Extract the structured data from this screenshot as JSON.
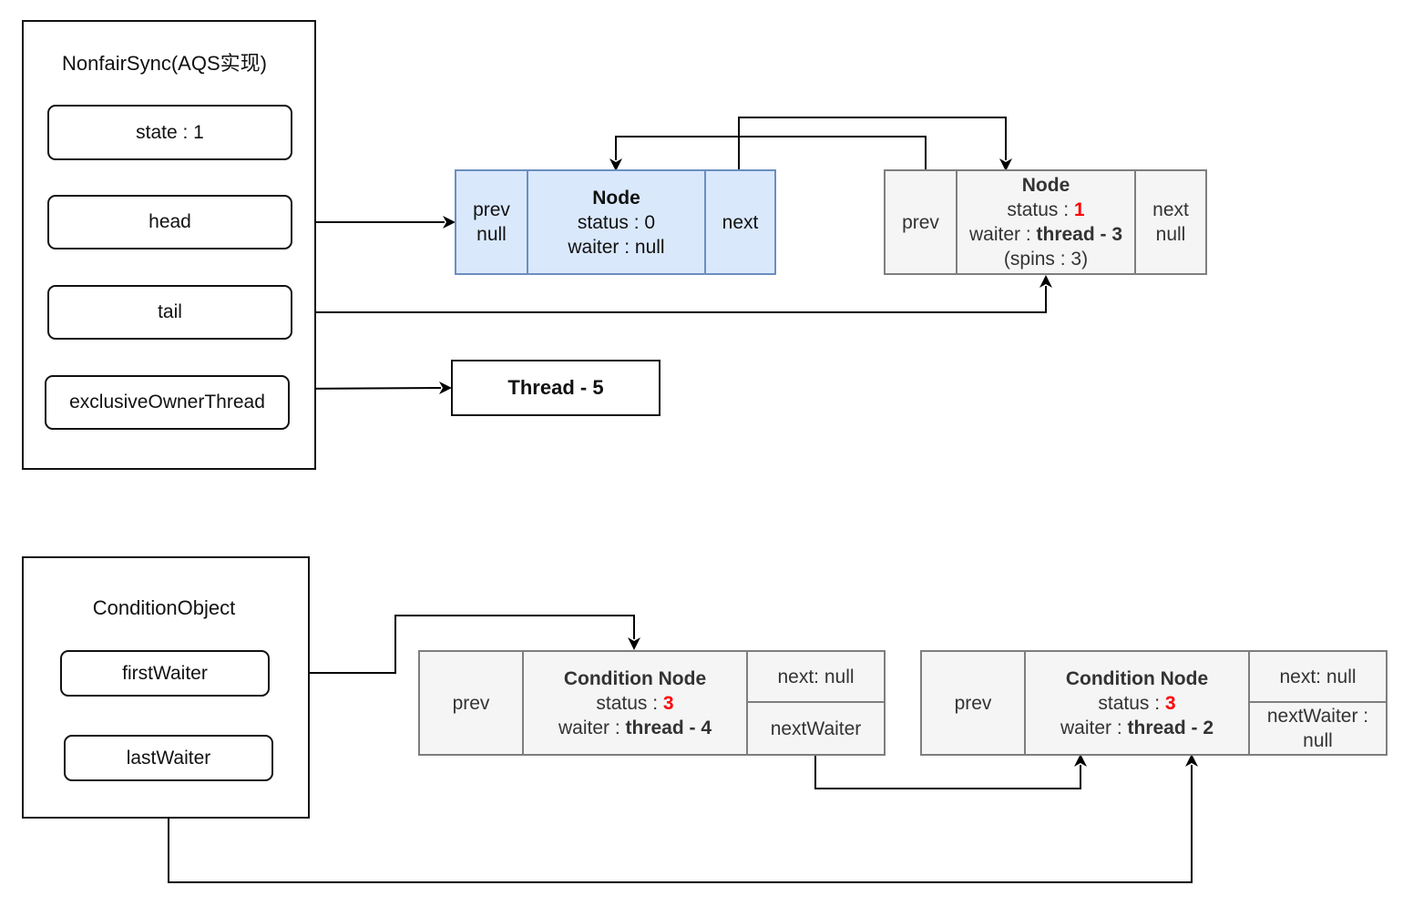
{
  "aqs": {
    "title": "NonfairSync(AQS实现)",
    "state": "state : 1",
    "head": "head",
    "tail": "tail",
    "owner": "exclusiveOwnerThread"
  },
  "thread_box": {
    "label": "Thread - 5"
  },
  "head_node": {
    "prev_line1": "prev",
    "prev_line2": "null",
    "title": "Node",
    "status": "status : 0",
    "waiter": "waiter : null",
    "next": "next"
  },
  "tail_node": {
    "prev": "prev",
    "title": "Node",
    "status_label": "status : ",
    "status_value": "1",
    "waiter_label": "waiter : ",
    "waiter_value": "thread - 3",
    "spins": "(spins : 3)",
    "next_line1": "next",
    "next_line2": "null"
  },
  "condition": {
    "title": "ConditionObject",
    "first": "firstWaiter",
    "last": "lastWaiter"
  },
  "cond_node_1": {
    "prev": "prev",
    "title": "Condition Node",
    "status_label": "status : ",
    "status_value": "3",
    "waiter_label": "waiter : ",
    "waiter_value": "thread - 4",
    "next": "next: null",
    "next_waiter": "nextWaiter"
  },
  "cond_node_2": {
    "prev": "prev",
    "title": "Condition Node",
    "status_label": "status : ",
    "status_value": "3",
    "waiter_label": "waiter : ",
    "waiter_value": "thread - 2",
    "next": "next: null",
    "next_waiter_line1": "nextWaiter :",
    "next_waiter_line2": "null"
  },
  "colors": {
    "head_node_fill": "#dae8fc",
    "head_node_stroke": "#6c8ebf",
    "node_fill": "#f5f5f5",
    "node_stroke": "#7e7e7e",
    "highlight": "#ff0000"
  }
}
